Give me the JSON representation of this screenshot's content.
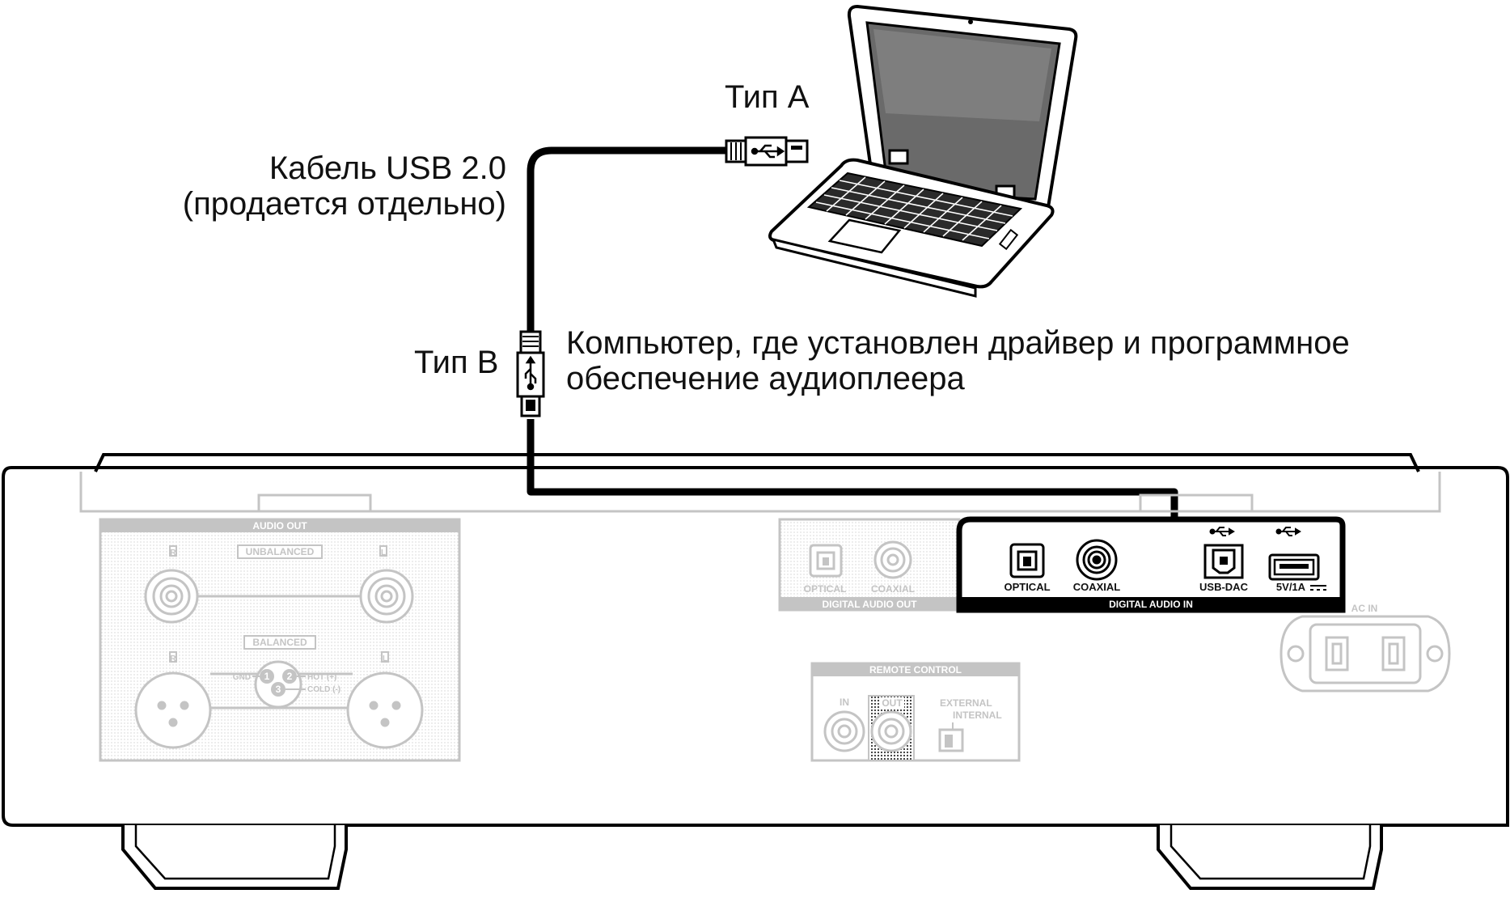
{
  "callouts": {
    "type_a": "Тип A",
    "cable_line1": "Кабель USB 2.0",
    "cable_line2": "(продается отдельно)",
    "type_b": "Тип B",
    "computer_line1": "Компьютер, где установлен драйвер и программное",
    "computer_line2": "обеспечение аудиоплеера"
  },
  "panel": {
    "audio_out": "AUDIO OUT",
    "unbalanced": "UNBALANCED",
    "balanced": "BALANCED",
    "ch_r": "R",
    "ch_l": "L",
    "gnd": "GND",
    "hot": "HOT (+)",
    "cold": "COLD (-)",
    "pin1": "1",
    "pin2": "2",
    "pin3": "3",
    "optical": "OPTICAL",
    "coaxial": "COAXIAL",
    "digital_audio_out": "DIGITAL AUDIO OUT",
    "usb_dac": "USB-DAC",
    "usb_power": "5V/1A",
    "digital_audio_in": "DIGITAL AUDIO IN",
    "ac_in": "AC IN",
    "remote_control": "REMOTE CONTROL",
    "rc_in": "IN",
    "rc_out": "OUT",
    "external": "EXTERNAL",
    "internal": "INTERNAL"
  },
  "colors": {
    "line": "#000000",
    "faded": "#c4c4c4",
    "background": "#ffffff"
  }
}
